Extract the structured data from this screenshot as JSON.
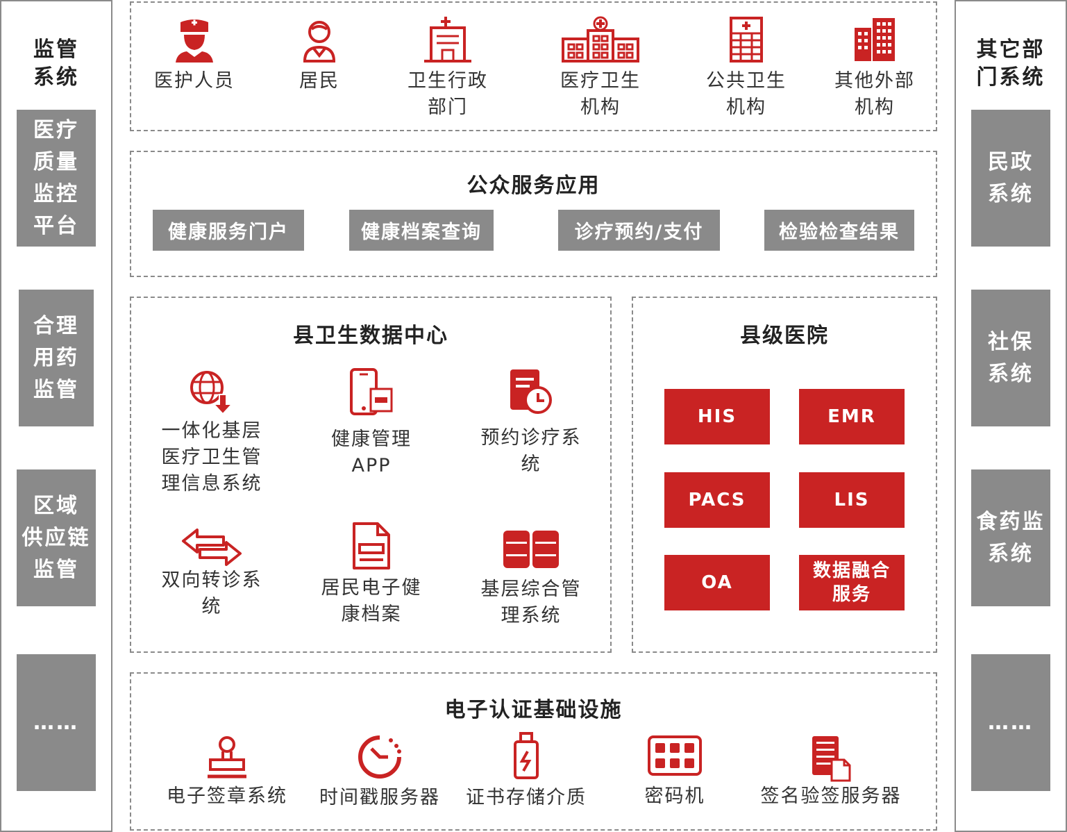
{
  "left_panel": {
    "title": "监管\n系统",
    "items": [
      "医疗\n质量\n监控\n平台",
      "合理\n用药\n监管",
      "区域\n供应链\n监管",
      "……"
    ]
  },
  "right_panel": {
    "title": "其它部\n门系统",
    "items": [
      "民政\n系统",
      "社保\n系统",
      "食药监\n系统",
      "……"
    ]
  },
  "users": [
    {
      "label": "医护人员",
      "icon": "nurse-icon"
    },
    {
      "label": "居民",
      "icon": "resident-icon"
    },
    {
      "label": "卫生行政\n部门",
      "icon": "health-admin-building-icon"
    },
    {
      "label": "医疗卫生\n机构",
      "icon": "hospital-icon"
    },
    {
      "label": "公共卫生\n机构",
      "icon": "public-health-building-icon"
    },
    {
      "label": "其他外部\n机构",
      "icon": "office-building-icon"
    }
  ],
  "public_service": {
    "title": "公众服务应用",
    "items": [
      "健康服务门户",
      "健康档案查询",
      "诊疗预约/支付",
      "检验检查结果"
    ]
  },
  "data_center": {
    "title": "县卫生数据中心",
    "items": [
      {
        "label": "一体化基层\n医疗卫生管\n理信息系统",
        "icon": "globe-download-icon"
      },
      {
        "label": "健康管理\nAPP",
        "icon": "mobile-app-icon"
      },
      {
        "label": "预约诊疗系\n统",
        "icon": "document-clock-icon"
      },
      {
        "label": "双向转诊系\n统",
        "icon": "two-way-arrows-icon"
      },
      {
        "label": "居民电子健\n康档案",
        "icon": "file-icon"
      },
      {
        "label": "基层综合管\n理系统",
        "icon": "server-rack-icon"
      }
    ]
  },
  "county_hospital": {
    "title": "县级医院",
    "items": [
      "HIS",
      "EMR",
      "PACS",
      "LIS",
      "OA",
      "数据融合\n服务"
    ]
  },
  "e_auth": {
    "title": "电子认证基础设施",
    "items": [
      {
        "label": "电子签章系统",
        "icon": "stamp-icon"
      },
      {
        "label": "时间戳服务器",
        "icon": "timer-icon"
      },
      {
        "label": "证书存储介质",
        "icon": "usb-key-icon"
      },
      {
        "label": "密码机",
        "icon": "crypto-machine-icon"
      },
      {
        "label": "签名验签服务器",
        "icon": "signature-server-icon"
      }
    ]
  },
  "colors": {
    "accent": "#c92323",
    "gray": "#8a8a8a"
  }
}
